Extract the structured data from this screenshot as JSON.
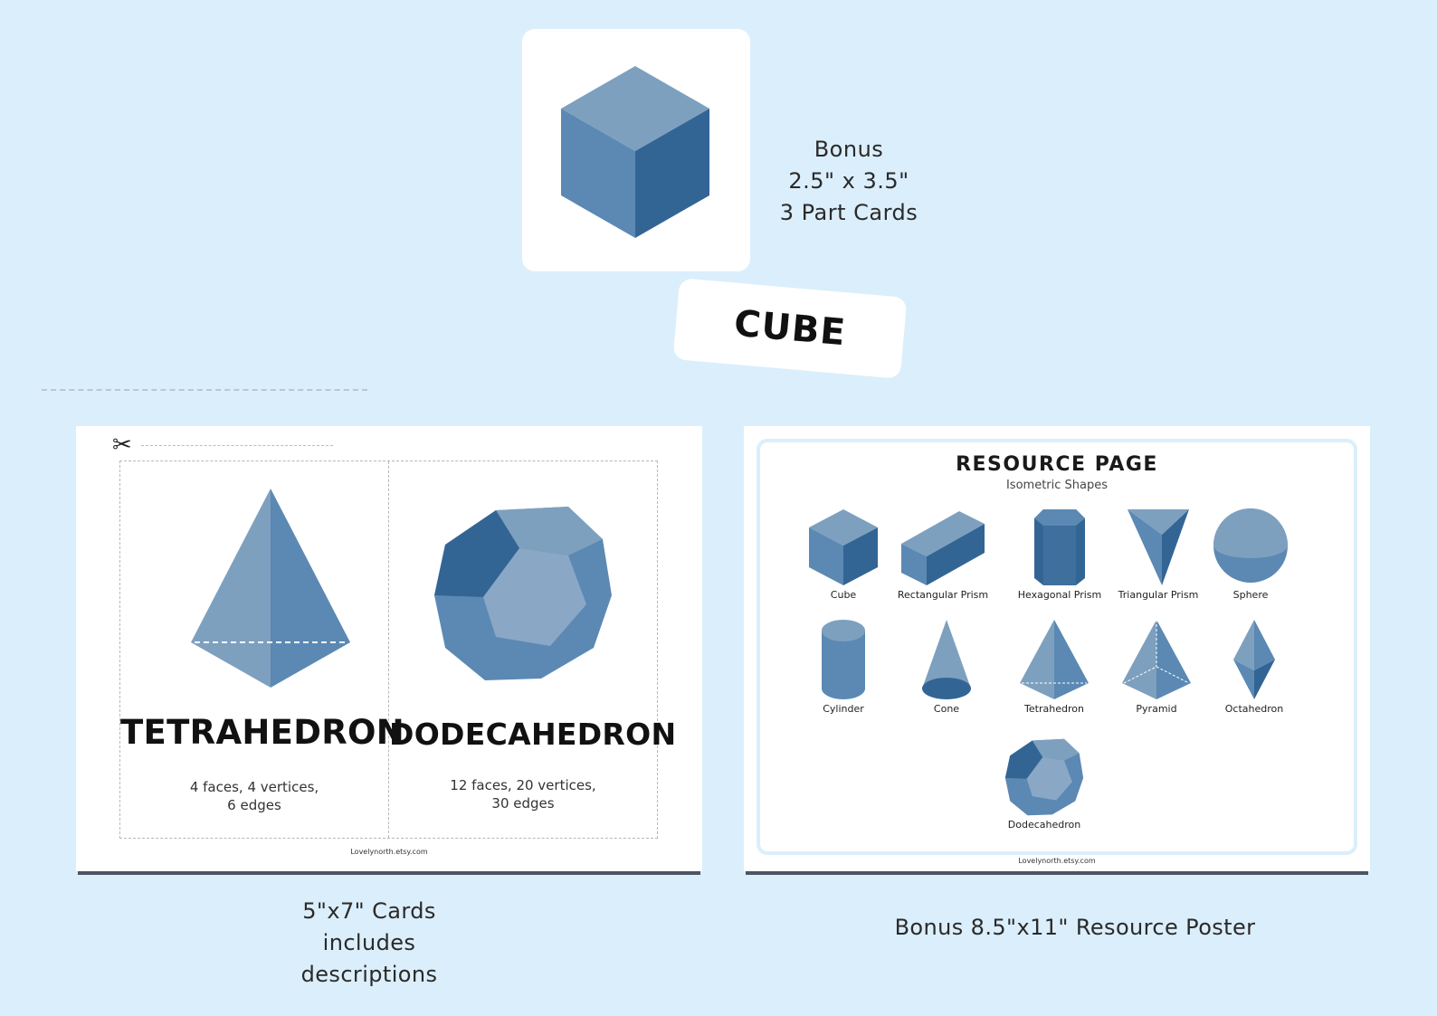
{
  "bonus_card": {
    "line1": "Bonus",
    "line2": "2.5\" x 3.5\"",
    "line3": "3 Part Cards",
    "label": "CUBE"
  },
  "cards_sheet": {
    "left_card": {
      "name": "TETRAHEDRON",
      "desc_line1": "4 faces, 4 vertices,",
      "desc_line2": "6 edges"
    },
    "right_card": {
      "name": "DODECAHEDRON",
      "desc_line1": "12 faces, 20 vertices,",
      "desc_line2": "30 edges"
    },
    "url": "Lovelynorth.etsy.com",
    "scissors_icon": "scissors-icon"
  },
  "poster": {
    "title": "RESOURCE PAGE",
    "subtitle": "Isometric Shapes",
    "shapes": [
      "Cube",
      "Rectangular Prism",
      "Hexagonal Prism",
      "Triangular Prism",
      "Sphere",
      "Cylinder",
      "Cone",
      "Tetrahedron",
      "Pyramid",
      "Octahedron",
      "Dodecahedron"
    ],
    "url": "Lovelynorth.etsy.com"
  },
  "captions": {
    "left_line1": "5\"x7\" Cards",
    "left_line2": "includes",
    "left_line3": "descriptions",
    "right": "Bonus 8.5\"x11\" Resource Poster"
  },
  "colors": {
    "background": "#dbeefb",
    "shape_light": "#7ea0bf",
    "shape_mid": "#5b89b3",
    "shape_dark": "#336594"
  }
}
